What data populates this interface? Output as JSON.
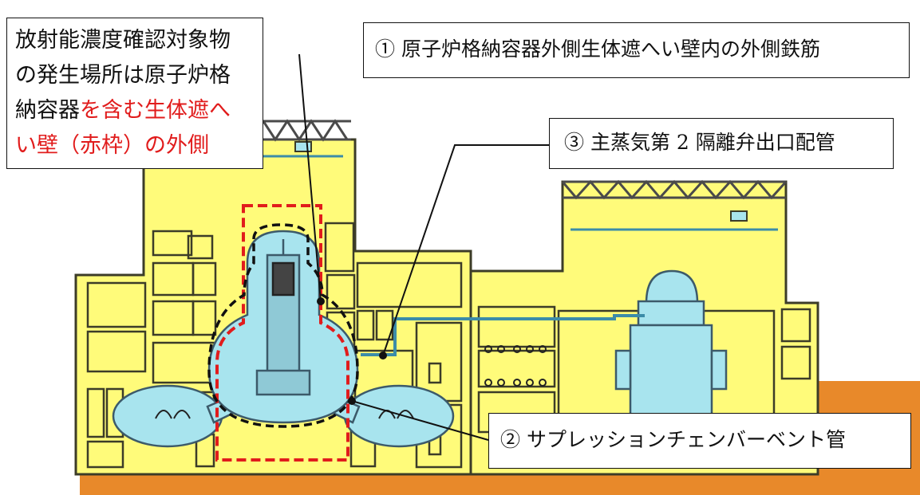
{
  "note": {
    "line1": "放射能濃度確認対象物",
    "line2": "の発生場所は原子炉格",
    "line3_black": "納容器",
    "line3_red": "を含む生体遮へ",
    "line4_red": "い壁（赤枠）の外側"
  },
  "labels": {
    "label1": "① 原子炉格納容器外側生体遮へい壁内の外側鉄筋",
    "label2": "② サプレッションチェンバーベント管",
    "label3": "③ 主蒸気第 2 隔離弁出口配管"
  },
  "colors": {
    "building_fill": "#FFFB7A",
    "building_stroke": "#3c3c28",
    "containment_fill": "#A8E4EE",
    "ground": "#E8892A",
    "highlight_frame": "#E11C1C",
    "drywell_outline": "#111111"
  }
}
